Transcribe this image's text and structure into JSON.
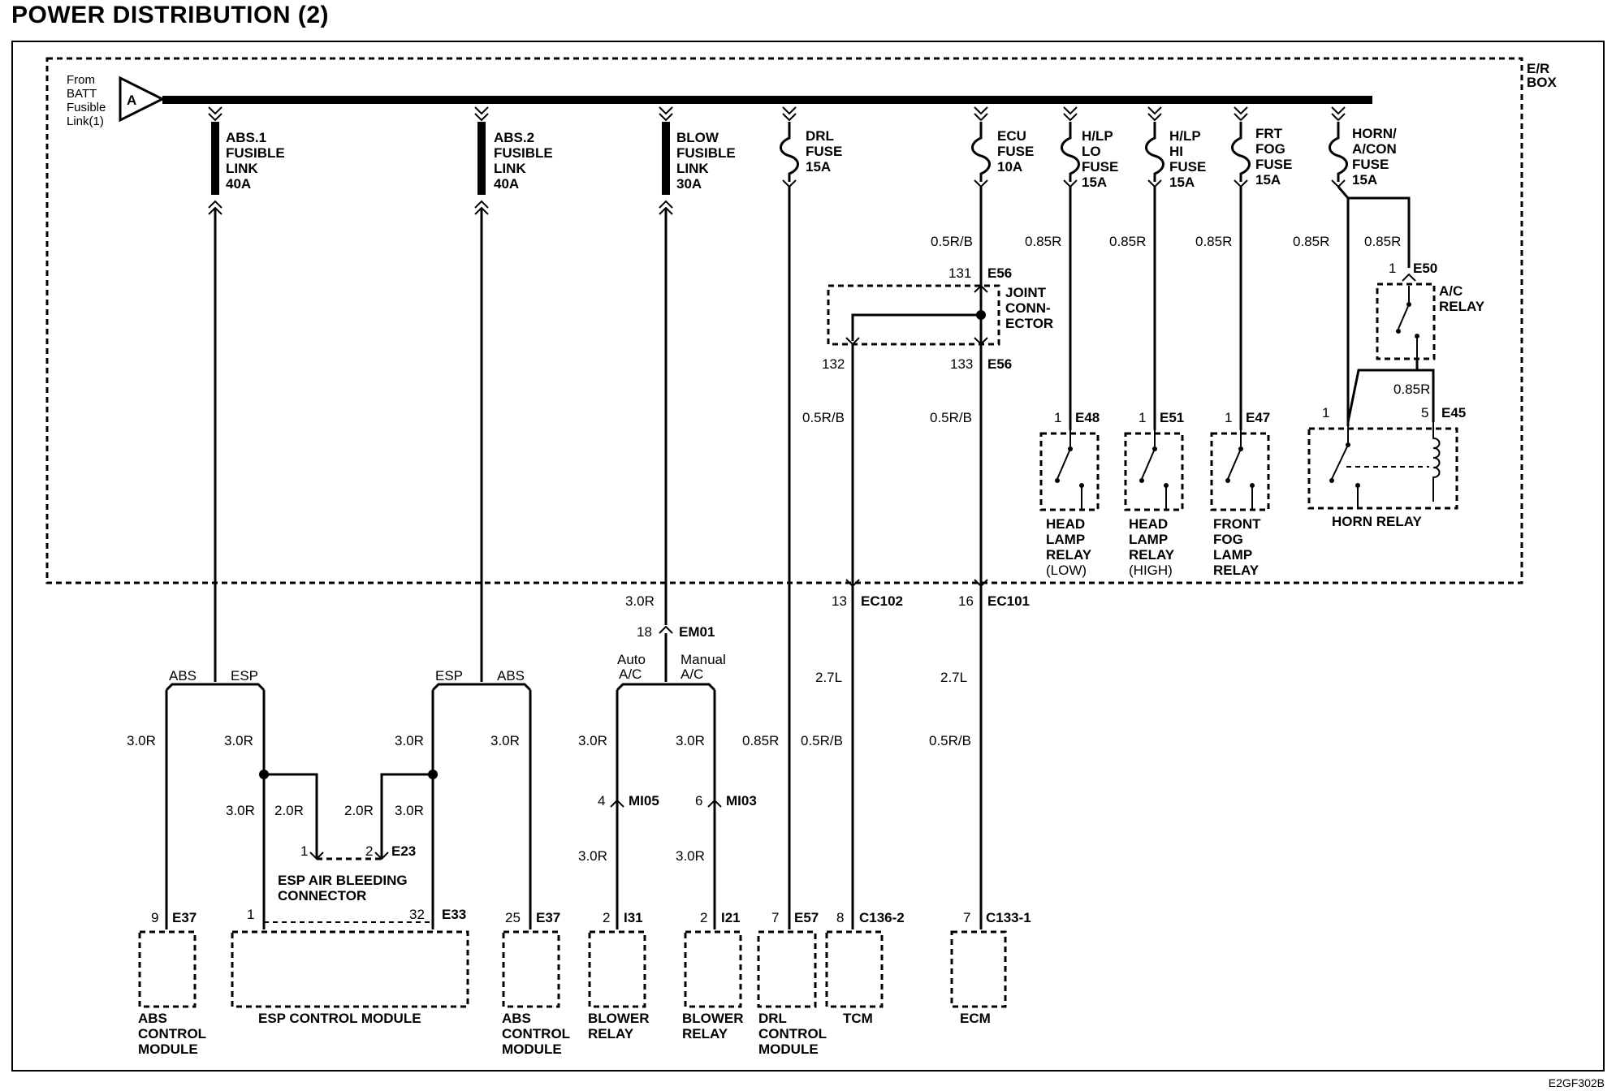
{
  "title": "POWER DISTRIBUTION (2)",
  "drawing_code": "E2GF302B",
  "colors": {
    "line": "#000000",
    "background": "#ffffff"
  },
  "er_box": {
    "line1": "E/R",
    "line2": "BOX"
  },
  "source": {
    "line1": "From",
    "line2": "BATT",
    "line3": "Fusible",
    "line4": "Link(1)",
    "connector": "A"
  },
  "fuses": {
    "abs1": [
      "ABS.1",
      "FUSIBLE",
      "LINK",
      "40A"
    ],
    "abs2": [
      "ABS.2",
      "FUSIBLE",
      "LINK",
      "40A"
    ],
    "blow": [
      "BLOW",
      "FUSIBLE",
      "LINK",
      "30A"
    ],
    "drl": [
      "DRL",
      "FUSE",
      "15A"
    ],
    "ecu": [
      "ECU",
      "FUSE",
      "10A"
    ],
    "hlp_lo": [
      "H/LP",
      "LO",
      "FUSE",
      "15A"
    ],
    "hlp_hi": [
      "H/LP",
      "HI",
      "FUSE",
      "15A"
    ],
    "frt_fog": [
      "FRT",
      "FOG",
      "FUSE",
      "15A"
    ],
    "horn": [
      "HORN/",
      "A/CON",
      "FUSE",
      "15A"
    ]
  },
  "joint_connector": {
    "label": [
      "JOINT",
      "CONN-",
      "ECTOR"
    ],
    "pin_top": "131",
    "conn_top": "E56",
    "pin_left": "132",
    "pin_right": "133",
    "conn_bottom": "E56"
  },
  "relays": {
    "ac": {
      "label": [
        "A/C",
        "RELAY"
      ],
      "pin": "1",
      "conn": "E50"
    },
    "hl_low": {
      "label": [
        "HEAD",
        "LAMP",
        "RELAY",
        "(LOW)"
      ],
      "pin": "1",
      "conn": "E48"
    },
    "hl_high": {
      "label": [
        "HEAD",
        "LAMP",
        "RELAY",
        "(HIGH)"
      ],
      "pin": "1",
      "conn": "E51"
    },
    "fog": {
      "label": [
        "FRONT",
        "FOG",
        "LAMP",
        "RELAY"
      ],
      "pin": "1",
      "conn": "E47"
    },
    "horn": {
      "label": "HORN RELAY",
      "pin1": "1",
      "pin5": "5",
      "conn": "E45"
    }
  },
  "wire_labels": {
    "w_05rb_ecu": "0.5R/B",
    "w_085r_1": "0.85R",
    "w_085r_2": "0.85R",
    "w_085r_3": "0.85R",
    "w_085r_4": "0.85R",
    "w_085r_5": "0.85R",
    "w_085r_horn": "0.85R",
    "w_05rb_132": "0.5R/B",
    "w_05rb_133": "0.5R/B",
    "w_30r_blow": "3.0R",
    "w_27l_1": "2.7L",
    "w_27l_2": "2.7L",
    "w_30r_a": "3.0R",
    "w_30r_b": "3.0R",
    "w_30r_c": "3.0R",
    "w_30r_d": "3.0R",
    "w_30r_e": "3.0R",
    "w_30r_f": "3.0R",
    "w_085r_drl": "0.85R",
    "w_05rb_tcm": "0.5R/B",
    "w_05rb_ecm": "0.5R/B",
    "w_30r_g": "3.0R",
    "w_20r_a": "2.0R",
    "w_20r_b": "2.0R",
    "w_30r_h": "3.0R",
    "w_30r_i": "3.0R",
    "w_30r_j": "3.0R"
  },
  "connectors": {
    "em01": {
      "pin": "18",
      "conn": "EM01"
    },
    "ec102": {
      "pin": "13",
      "conn": "EC102"
    },
    "ec101": {
      "pin": "16",
      "conn": "EC101"
    },
    "mi05": {
      "pin": "4",
      "conn": "MI05"
    },
    "mi03": {
      "pin": "6",
      "conn": "MI03"
    },
    "e23": {
      "pin1": "1",
      "pin2": "2",
      "conn": "E23"
    }
  },
  "branch_labels": {
    "abs_left": "ABS",
    "esp_left": "ESP",
    "esp_right": "ESP",
    "abs_right": "ABS",
    "auto_ac": [
      "Auto",
      "A/C"
    ],
    "manual_ac": [
      "Manual",
      "A/C"
    ]
  },
  "esp_air_bleeding": [
    "ESP AIR BLEEDING",
    "CONNECTOR"
  ],
  "modules": {
    "abs_left": {
      "pin": "9",
      "conn": "E37",
      "label": [
        "ABS",
        "CONTROL",
        "MODULE"
      ]
    },
    "esp": {
      "pin_a": "1",
      "pin_b": "32",
      "conn": "E33",
      "label": "ESP CONTROL MODULE"
    },
    "abs_right": {
      "pin": "25",
      "conn": "E37",
      "label": [
        "ABS",
        "CONTROL",
        "MODULE"
      ]
    },
    "blower1": {
      "pin": "2",
      "conn": "I31",
      "label": [
        "BLOWER",
        "RELAY"
      ]
    },
    "blower2": {
      "pin": "2",
      "conn": "I21",
      "label": [
        "BLOWER",
        "RELAY"
      ]
    },
    "drl": {
      "pin": "7",
      "conn": "E57",
      "label": [
        "DRL",
        "CONTROL",
        "MODULE"
      ]
    },
    "tcm": {
      "pin": "8",
      "conn": "C136-2",
      "label": "TCM"
    },
    "ecm": {
      "pin": "7",
      "conn": "C133-1",
      "label": "ECM"
    }
  }
}
